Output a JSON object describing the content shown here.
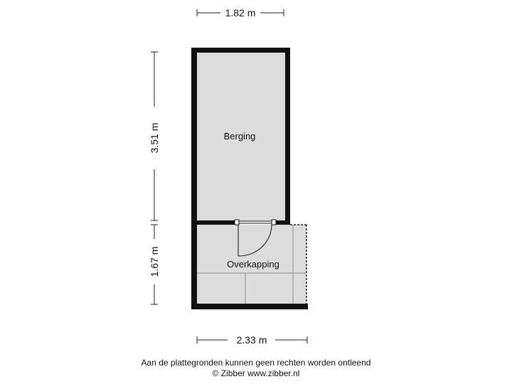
{
  "dimensions": {
    "top_width": "1.82 m",
    "left_upper_height": "3.51 m",
    "left_lower_height": "1.67 m",
    "bottom_width": "2.33 m"
  },
  "rooms": {
    "storage": "Berging",
    "canopy": "Overkapping"
  },
  "footer": {
    "disclaimer": "Aan de plattegronden kunnen geen rechten worden ontleend",
    "credit": "© Zibber www.zibber.nl"
  },
  "colors": {
    "wall": "#111111",
    "floor": "#dcdcdc",
    "grid_line": "#8c8c8c"
  }
}
